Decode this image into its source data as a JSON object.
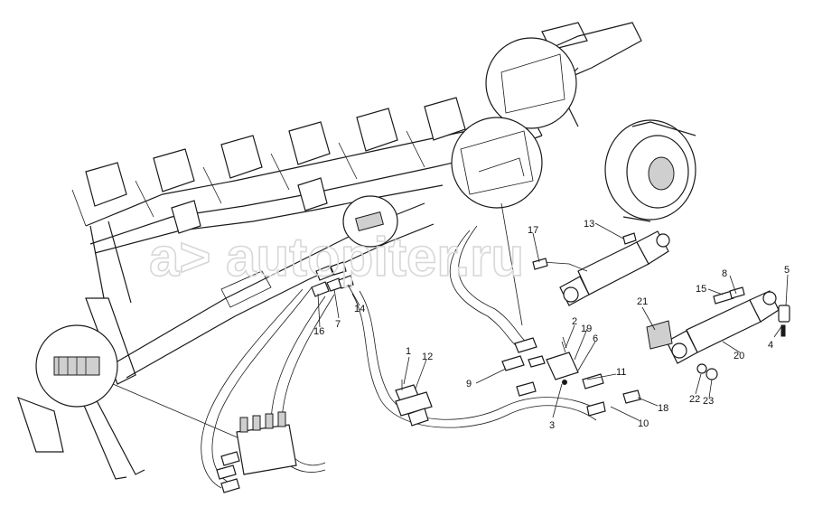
{
  "watermark": {
    "text": "a> autopiter.ru",
    "color": "#d7d7d7"
  },
  "callouts": [
    {
      "id": "c1",
      "label": "1"
    },
    {
      "id": "c2",
      "label": "2"
    },
    {
      "id": "c3",
      "label": "3"
    },
    {
      "id": "c4",
      "label": "4"
    },
    {
      "id": "c5",
      "label": "5"
    },
    {
      "id": "c6",
      "label": "6"
    },
    {
      "id": "c7",
      "label": "7"
    },
    {
      "id": "c8",
      "label": "8"
    },
    {
      "id": "c9",
      "label": "9"
    },
    {
      "id": "c10",
      "label": "10"
    },
    {
      "id": "c11",
      "label": "11"
    },
    {
      "id": "c12",
      "label": "12"
    },
    {
      "id": "c13",
      "label": "13"
    },
    {
      "id": "c14",
      "label": "14"
    },
    {
      "id": "c15",
      "label": "15"
    },
    {
      "id": "c16",
      "label": "16"
    },
    {
      "id": "c17",
      "label": "17"
    },
    {
      "id": "c18",
      "label": "18"
    },
    {
      "id": "c19",
      "label": "19"
    },
    {
      "id": "c20",
      "label": "20"
    },
    {
      "id": "c21",
      "label": "21"
    },
    {
      "id": "c22",
      "label": "22"
    },
    {
      "id": "c23",
      "label": "23"
    }
  ],
  "colors": {
    "line": "#1a1a1a",
    "background": "#ffffff"
  }
}
